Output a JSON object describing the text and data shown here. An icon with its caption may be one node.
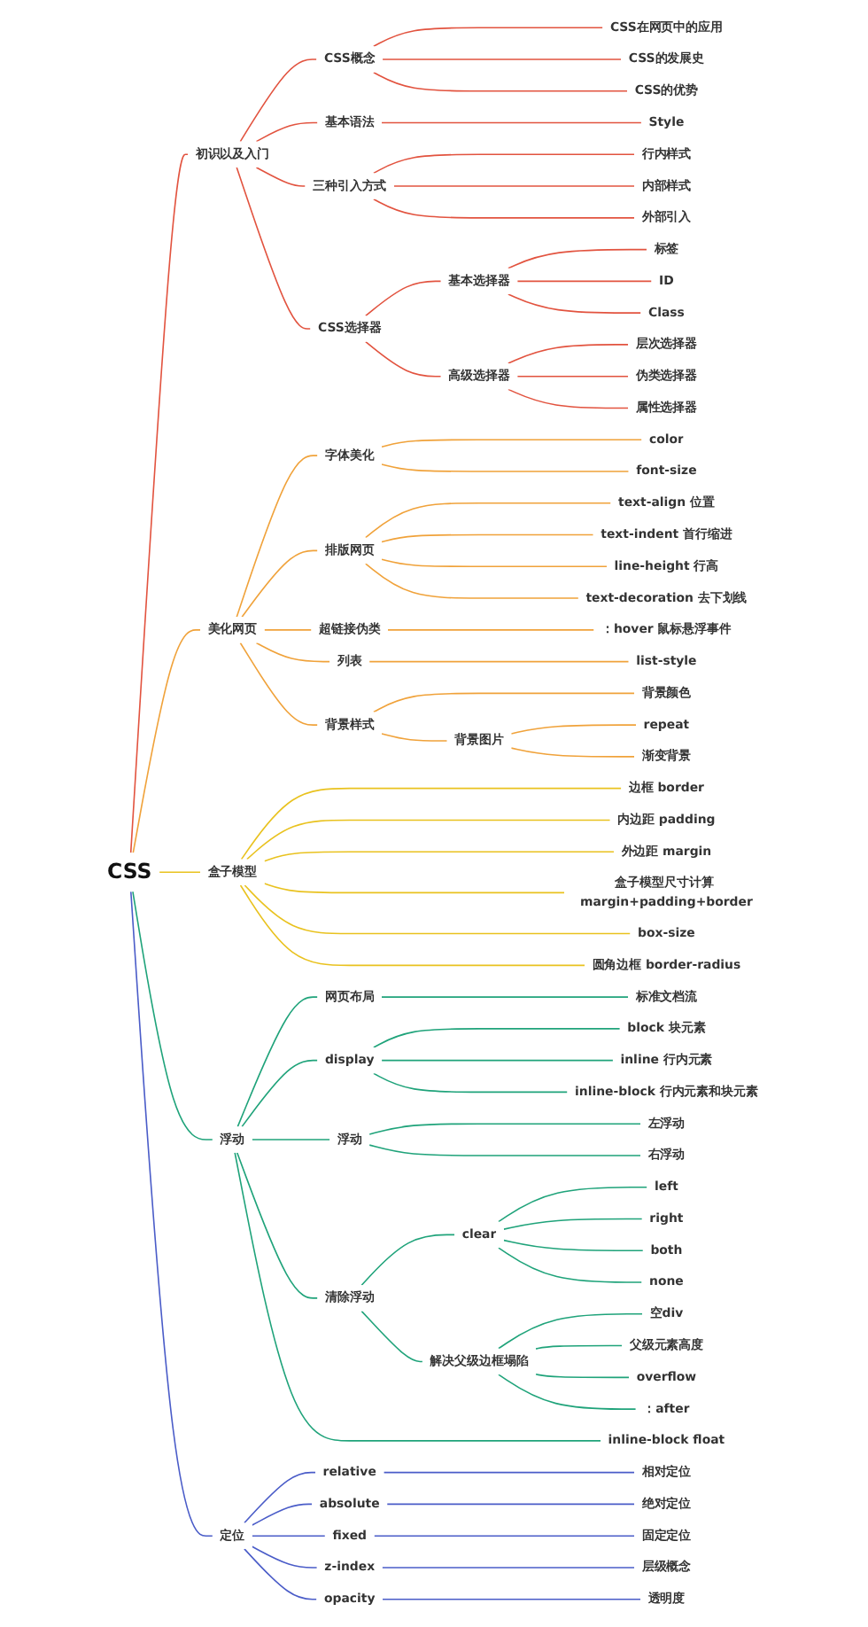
{
  "diagram": {
    "nodes": [
      {
        "text": [
          "CSS"
        ]
      },
      {
        "text": [
          "初识以及入门"
        ]
      },
      {
        "text": [
          "CSS概念"
        ]
      },
      {
        "text": [
          "CSS在网页中的应用"
        ]
      },
      {
        "text": [
          "CSS的发展史"
        ]
      },
      {
        "text": [
          "CSS的优势"
        ]
      },
      {
        "text": [
          "基本语法"
        ]
      },
      {
        "text": [
          "Style"
        ]
      },
      {
        "text": [
          "三种引入方式"
        ]
      },
      {
        "text": [
          "行内样式"
        ]
      },
      {
        "text": [
          "内部样式"
        ]
      },
      {
        "text": [
          "外部引入"
        ]
      },
      {
        "text": [
          "CSS选择器"
        ]
      },
      {
        "text": [
          "基本选择器"
        ]
      },
      {
        "text": [
          "标签"
        ]
      },
      {
        "text": [
          "ID"
        ]
      },
      {
        "text": [
          "Class"
        ]
      },
      {
        "text": [
          "高级选择器"
        ]
      },
      {
        "text": [
          "层次选择器"
        ]
      },
      {
        "text": [
          "伪类选择器"
        ]
      },
      {
        "text": [
          "属性选择器"
        ]
      },
      {
        "text": [
          "美化网页"
        ]
      },
      {
        "text": [
          "字体美化"
        ]
      },
      {
        "text": [
          "color"
        ]
      },
      {
        "text": [
          "font-size"
        ]
      },
      {
        "text": [
          "排版网页"
        ]
      },
      {
        "text": [
          "text-align 位置"
        ]
      },
      {
        "text": [
          "text-indent 首行缩进"
        ]
      },
      {
        "text": [
          "line-height 行高"
        ]
      },
      {
        "text": [
          "text-decoration 去下划线"
        ]
      },
      {
        "text": [
          "超链接伪类"
        ]
      },
      {
        "text": [
          "：hover 鼠标悬浮事件"
        ]
      },
      {
        "text": [
          "列表"
        ]
      },
      {
        "text": [
          "list-style"
        ]
      },
      {
        "text": [
          "背景样式"
        ]
      },
      {
        "text": [
          "背景颜色"
        ]
      },
      {
        "text": [
          "背景图片"
        ]
      },
      {
        "text": [
          "repeat"
        ]
      },
      {
        "text": [
          "渐变背景"
        ]
      },
      {
        "text": [
          "盒子模型"
        ]
      },
      {
        "text": [
          "边框 border"
        ]
      },
      {
        "text": [
          "内边距 padding"
        ]
      },
      {
        "text": [
          "外边距 margin"
        ]
      },
      {
        "text": [
          "盒子模型尺寸计算 margin+padding+border"
        ]
      },
      {
        "text": [
          "box-size"
        ]
      },
      {
        "text": [
          "圆角边框 border-radius"
        ]
      },
      {
        "text": [
          "浮动"
        ]
      },
      {
        "text": [
          "网页布局"
        ]
      },
      {
        "text": [
          "标准文档流"
        ]
      },
      {
        "text": [
          "display"
        ]
      },
      {
        "text": [
          "block 块元素"
        ]
      },
      {
        "text": [
          "inline 行内元素"
        ]
      },
      {
        "text": [
          "inline-block 行内元素和块元素"
        ]
      },
      {
        "text": [
          "浮动"
        ]
      },
      {
        "text": [
          "左浮动"
        ]
      },
      {
        "text": [
          "右浮动"
        ]
      },
      {
        "text": [
          "清除浮动"
        ]
      },
      {
        "text": [
          "clear"
        ]
      },
      {
        "text": [
          "left"
        ]
      },
      {
        "text": [
          "right"
        ]
      },
      {
        "text": [
          "both"
        ]
      },
      {
        "text": [
          "none"
        ]
      },
      {
        "text": [
          "解决父级边框塌陷"
        ]
      },
      {
        "text": [
          "空div"
        ]
      },
      {
        "text": [
          "父级元素高度"
        ]
      },
      {
        "text": [
          "overflow"
        ]
      },
      {
        "text": [
          "：after"
        ]
      },
      {
        "text": [
          "inline-block float"
        ]
      },
      {
        "text": [
          "定位"
        ]
      },
      {
        "text": [
          "relative"
        ]
      },
      {
        "text": [
          "相对定位"
        ]
      },
      {
        "text": [
          "absolute"
        ]
      },
      {
        "text": [
          "绝对定位"
        ]
      },
      {
        "text": [
          "fixed"
        ]
      },
      {
        "text": [
          "固定定位"
        ]
      },
      {
        "text": [
          "z-index"
        ]
      },
      {
        "text": [
          "层级概念"
        ]
      },
      {
        "text": [
          "opacity"
        ]
      },
      {
        "text": [
          "透明度"
        ]
      }
    ],
    "edges": [
      {
        "from": 0,
        "to": 1,
        "arrow": "none",
        "color": "#e2533f"
      },
      {
        "from": 1,
        "to": 2,
        "arrow": "none",
        "color": "#e2533f"
      },
      {
        "from": 2,
        "to": 3,
        "arrow": "none",
        "color": "#e2533f"
      },
      {
        "from": 2,
        "to": 4,
        "arrow": "none",
        "color": "#e2533f"
      },
      {
        "from": 2,
        "to": 5,
        "arrow": "none",
        "color": "#e2533f"
      },
      {
        "from": 1,
        "to": 6,
        "arrow": "none",
        "color": "#e2533f"
      },
      {
        "from": 6,
        "to": 7,
        "arrow": "none",
        "color": "#e2533f"
      },
      {
        "from": 1,
        "to": 8,
        "arrow": "none",
        "color": "#e2533f"
      },
      {
        "from": 8,
        "to": 9,
        "arrow": "none",
        "color": "#e2533f"
      },
      {
        "from": 8,
        "to": 10,
        "arrow": "none",
        "color": "#e2533f"
      },
      {
        "from": 8,
        "to": 11,
        "arrow": "none",
        "color": "#e2533f"
      },
      {
        "from": 1,
        "to": 12,
        "arrow": "none",
        "color": "#e2533f"
      },
      {
        "from": 12,
        "to": 13,
        "arrow": "none",
        "color": "#e2533f"
      },
      {
        "from": 13,
        "to": 14,
        "arrow": "none",
        "color": "#e2533f"
      },
      {
        "from": 13,
        "to": 15,
        "arrow": "none",
        "color": "#e2533f"
      },
      {
        "from": 13,
        "to": 16,
        "arrow": "none",
        "color": "#e2533f"
      },
      {
        "from": 12,
        "to": 17,
        "arrow": "none",
        "color": "#e2533f"
      },
      {
        "from": 17,
        "to": 18,
        "arrow": "none",
        "color": "#e2533f"
      },
      {
        "from": 17,
        "to": 19,
        "arrow": "none",
        "color": "#e2533f"
      },
      {
        "from": 17,
        "to": 20,
        "arrow": "none",
        "color": "#e2533f"
      },
      {
        "from": 0,
        "to": 21,
        "arrow": "none",
        "color": "#f0a23a"
      },
      {
        "from": 21,
        "to": 22,
        "arrow": "none",
        "color": "#f0a23a"
      },
      {
        "from": 22,
        "to": 23,
        "arrow": "none",
        "color": "#f0a23a"
      },
      {
        "from": 22,
        "to": 24,
        "arrow": "none",
        "color": "#f0a23a"
      },
      {
        "from": 21,
        "to": 25,
        "arrow": "none",
        "color": "#f0a23a"
      },
      {
        "from": 25,
        "to": 26,
        "arrow": "none",
        "color": "#f0a23a"
      },
      {
        "from": 25,
        "to": 27,
        "arrow": "none",
        "color": "#f0a23a"
      },
      {
        "from": 25,
        "to": 28,
        "arrow": "none",
        "color": "#f0a23a"
      },
      {
        "from": 25,
        "to": 29,
        "arrow": "none",
        "color": "#f0a23a"
      },
      {
        "from": 21,
        "to": 30,
        "arrow": "none",
        "color": "#f0a23a"
      },
      {
        "from": 30,
        "to": 31,
        "arrow": "none",
        "color": "#f0a23a"
      },
      {
        "from": 21,
        "to": 32,
        "arrow": "none",
        "color": "#f0a23a"
      },
      {
        "from": 32,
        "to": 33,
        "arrow": "none",
        "color": "#f0a23a"
      },
      {
        "from": 21,
        "to": 34,
        "arrow": "none",
        "color": "#f0a23a"
      },
      {
        "from": 34,
        "to": 35,
        "arrow": "none",
        "color": "#f0a23a"
      },
      {
        "from": 34,
        "to": 36,
        "arrow": "none",
        "color": "#f0a23a"
      },
      {
        "from": 36,
        "to": 37,
        "arrow": "none",
        "color": "#f0a23a"
      },
      {
        "from": 36,
        "to": 38,
        "arrow": "none",
        "color": "#f0a23a"
      },
      {
        "from": 0,
        "to": 39,
        "arrow": "none",
        "color": "#e9c21f"
      },
      {
        "from": 39,
        "to": 40,
        "arrow": "none",
        "color": "#e9c21f"
      },
      {
        "from": 39,
        "to": 41,
        "arrow": "none",
        "color": "#e9c21f"
      },
      {
        "from": 39,
        "to": 42,
        "arrow": "none",
        "color": "#e9c21f"
      },
      {
        "from": 39,
        "to": 43,
        "arrow": "none",
        "color": "#e9c21f"
      },
      {
        "from": 39,
        "to": 44,
        "arrow": "none",
        "color": "#e9c21f"
      },
      {
        "from": 39,
        "to": 45,
        "arrow": "none",
        "color": "#e9c21f"
      },
      {
        "from": 0,
        "to": 46,
        "arrow": "none",
        "color": "#1fa37a"
      },
      {
        "from": 46,
        "to": 47,
        "arrow": "none",
        "color": "#1fa37a"
      },
      {
        "from": 47,
        "to": 48,
        "arrow": "none",
        "color": "#1fa37a"
      },
      {
        "from": 46,
        "to": 49,
        "arrow": "none",
        "color": "#1fa37a"
      },
      {
        "from": 49,
        "to": 50,
        "arrow": "none",
        "color": "#1fa37a"
      },
      {
        "from": 49,
        "to": 51,
        "arrow": "none",
        "color": "#1fa37a"
      },
      {
        "from": 49,
        "to": 52,
        "arrow": "none",
        "color": "#1fa37a"
      },
      {
        "from": 46,
        "to": 53,
        "arrow": "none",
        "color": "#1fa37a"
      },
      {
        "from": 53,
        "to": 54,
        "arrow": "none",
        "color": "#1fa37a"
      },
      {
        "from": 53,
        "to": 55,
        "arrow": "none",
        "color": "#1fa37a"
      },
      {
        "from": 46,
        "to": 56,
        "arrow": "none",
        "color": "#1fa37a"
      },
      {
        "from": 56,
        "to": 57,
        "arrow": "none",
        "color": "#1fa37a"
      },
      {
        "from": 57,
        "to": 58,
        "arrow": "none",
        "color": "#1fa37a"
      },
      {
        "from": 57,
        "to": 59,
        "arrow": "none",
        "color": "#1fa37a"
      },
      {
        "from": 57,
        "to": 60,
        "arrow": "none",
        "color": "#1fa37a"
      },
      {
        "from": 57,
        "to": 61,
        "arrow": "none",
        "color": "#1fa37a"
      },
      {
        "from": 56,
        "to": 62,
        "arrow": "none",
        "color": "#1fa37a"
      },
      {
        "from": 62,
        "to": 63,
        "arrow": "none",
        "color": "#1fa37a"
      },
      {
        "from": 62,
        "to": 64,
        "arrow": "none",
        "color": "#1fa37a"
      },
      {
        "from": 62,
        "to": 65,
        "arrow": "none",
        "color": "#1fa37a"
      },
      {
        "from": 62,
        "to": 66,
        "arrow": "none",
        "color": "#1fa37a"
      },
      {
        "from": 46,
        "to": 67,
        "arrow": "none",
        "color": "#1fa37a"
      },
      {
        "from": 0,
        "to": 68,
        "arrow": "none",
        "color": "#4a5cc8"
      },
      {
        "from": 68,
        "to": 69,
        "arrow": "none",
        "color": "#4a5cc8"
      },
      {
        "from": 69,
        "to": 70,
        "arrow": "none",
        "color": "#4a5cc8"
      },
      {
        "from": 68,
        "to": 71,
        "arrow": "none",
        "color": "#4a5cc8"
      },
      {
        "from": 71,
        "to": 72,
        "arrow": "none",
        "color": "#4a5cc8"
      },
      {
        "from": 68,
        "to": 73,
        "arrow": "none",
        "color": "#4a5cc8"
      },
      {
        "from": 73,
        "to": 74,
        "arrow": "none",
        "color": "#4a5cc8"
      },
      {
        "from": 68,
        "to": 75,
        "arrow": "none",
        "color": "#4a5cc8"
      },
      {
        "from": 75,
        "to": 76,
        "arrow": "none",
        "color": "#4a5cc8"
      },
      {
        "from": 68,
        "to": 77,
        "arrow": "none",
        "color": "#4a5cc8"
      },
      {
        "from": 77,
        "to": 78,
        "arrow": "none",
        "color": "#4a5cc8"
      }
    ]
  }
}
